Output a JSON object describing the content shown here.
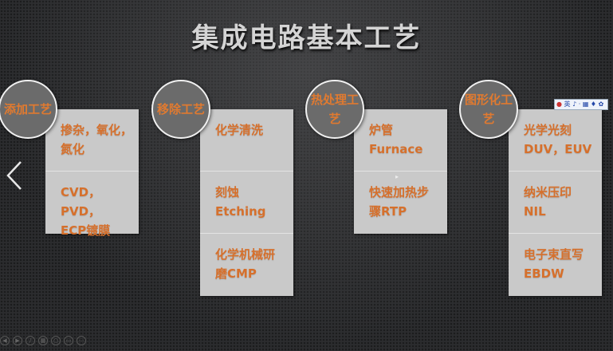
{
  "title": "集成电路基本工艺",
  "columns": [
    {
      "label": "添加工艺",
      "items": [
        "掺杂，氧化，\n氮化",
        "CVD，PVD，\nECP镀膜"
      ]
    },
    {
      "label": "移除工艺",
      "items": [
        "化学清洗",
        "刻蚀\nEtching",
        "化学机械研\n磨CMP"
      ]
    },
    {
      "label": "热处理工艺",
      "items": [
        "炉管\nFurnace",
        "快速加热步\n骤RTP"
      ]
    },
    {
      "label": "图形化工艺",
      "items": [
        "光学光刻\nDUV，EUV",
        "纳米压印\nNIL",
        "电子束直写\nEBDW"
      ]
    }
  ],
  "ime": {
    "mode": "英"
  },
  "colors": {
    "accent": "#d6702c",
    "card": "#c9c9c9",
    "circle": "#6b6b6b"
  }
}
